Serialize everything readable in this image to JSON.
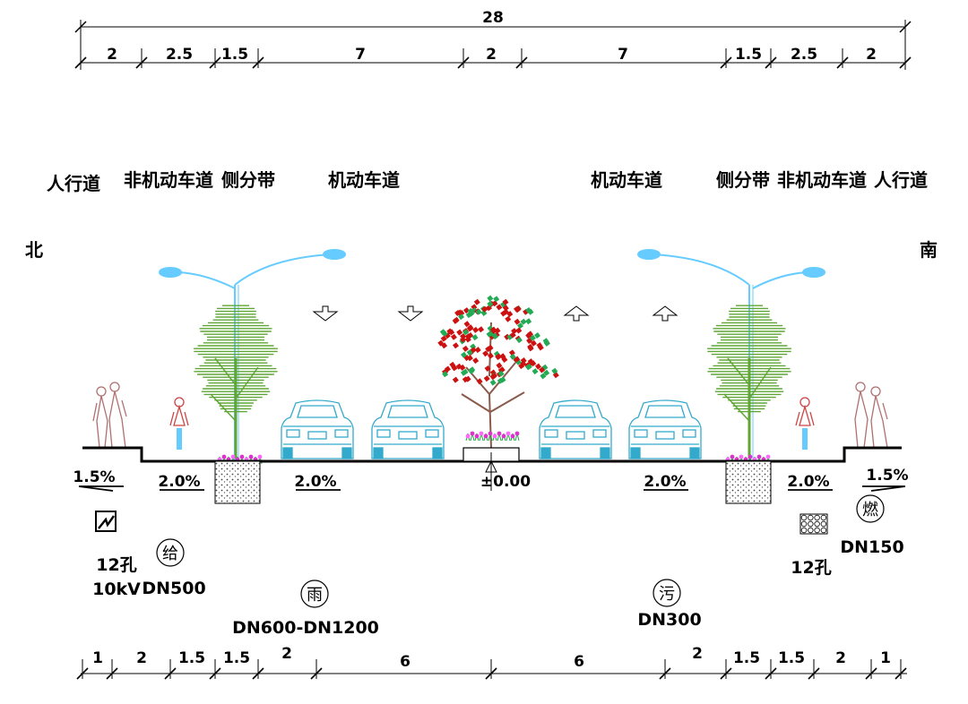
{
  "overall_width": "28",
  "top_dimensions": [
    "2",
    "2.5",
    "1.5",
    "7",
    "2",
    "7",
    "1.5",
    "2.5",
    "2"
  ],
  "bottom_dimensions": [
    "1",
    "2",
    "1.5",
    "1.5",
    "2",
    "6",
    "6",
    "2",
    "1.5",
    "1.5",
    "2",
    "1"
  ],
  "zone_labels": [
    "人行道",
    "非机动车道",
    "侧分带",
    "机动车道",
    "机动车道",
    "侧分带",
    "非机动车道",
    "人行道"
  ],
  "direction_north": "北",
  "direction_south": "南",
  "slopes": [
    "1.5%",
    "2.0%",
    "2.0%",
    "2.0%",
    "2.0%",
    "1.5%"
  ],
  "elevation": "±0.00",
  "utilities": {
    "power": {
      "holes": "12孔",
      "voltage": "10kV"
    },
    "water": {
      "symbol": "给",
      "size": "DN500"
    },
    "rain": {
      "symbol": "雨",
      "size": "DN600-DN1200"
    },
    "sewage": {
      "symbol": "污",
      "size": "DN300"
    },
    "telecom": {
      "holes": "12孔"
    },
    "gas": {
      "symbol": "燃",
      "size": "DN150"
    }
  },
  "colors": {
    "line": "#000000",
    "lamp": "#66ccff",
    "tree_green": "#5fa636",
    "maple_red": "#cc1111",
    "car": "#33aacc",
    "pedestrian": "#b07070",
    "cyclist": "#cc4444",
    "flowers": "#dd33cc"
  }
}
